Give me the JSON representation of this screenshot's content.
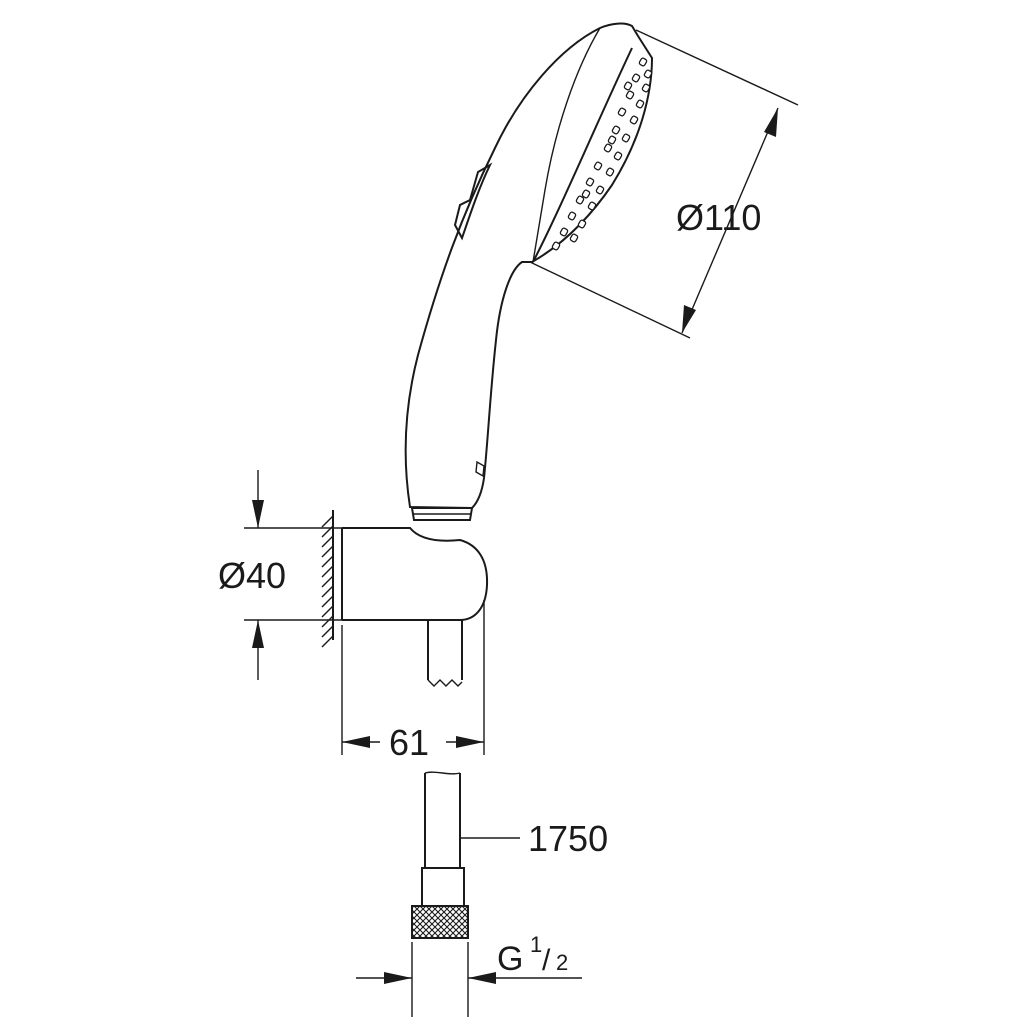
{
  "drawing": {
    "subject": "",
    "dimensions": {
      "head_diameter": "Ø110",
      "holder_diameter": "Ø40",
      "holder_depth": "61",
      "hose_length": "1750",
      "thread_prefix": "G",
      "thread_numerator": "1",
      "thread_slash": "/",
      "thread_denominator": "2"
    }
  }
}
